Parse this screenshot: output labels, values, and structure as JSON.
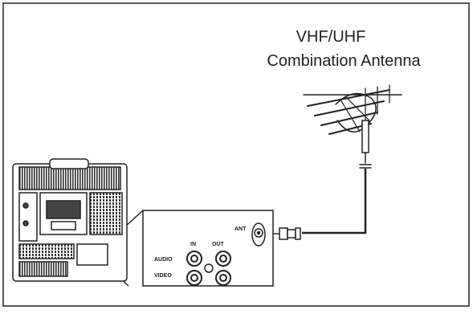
{
  "antenna": {
    "title_line1": "VHF/UHF",
    "title_line2": "Combination Antenna"
  },
  "panel": {
    "ant_label": "ANT",
    "in_label": "IN",
    "out_label": "OUT",
    "audio_label": "AUDIO",
    "video_label": "VIDEO"
  },
  "colors": {
    "ink": "#222222",
    "paper": "#ffffff",
    "shade": "#555555"
  }
}
